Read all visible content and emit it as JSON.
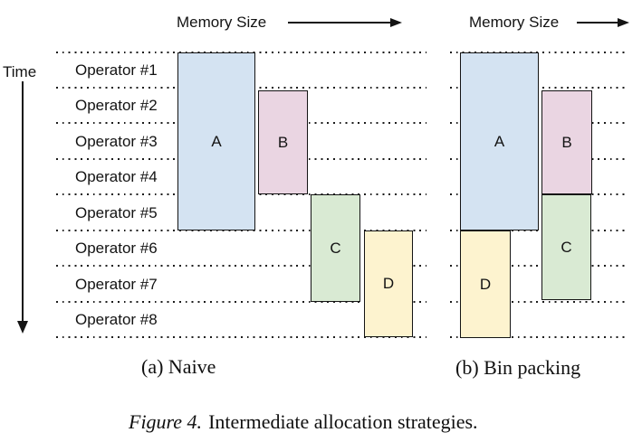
{
  "figure": {
    "memory_axis_a": "Memory Size",
    "memory_axis_b": "Memory Size",
    "time_axis_label": "Time",
    "operators": [
      "Operator #1",
      "Operator #2",
      "Operator #3",
      "Operator #4",
      "Operator #5",
      "Operator #6",
      "Operator #7",
      "Operator #8"
    ],
    "panel_a": {
      "caption": "(a) Naive",
      "blocks": [
        {
          "label": "A",
          "operators_span": "#1-#5"
        },
        {
          "label": "B",
          "operators_span": "#2-#4"
        },
        {
          "label": "C",
          "operators_span": "#5-#7"
        },
        {
          "label": "D",
          "operators_span": "#6-#8"
        }
      ]
    },
    "panel_b": {
      "caption": "(b) Bin packing",
      "blocks": [
        {
          "label": "A",
          "operators_span": "#1-#5"
        },
        {
          "label": "B",
          "operators_span": "#2-#4"
        },
        {
          "label": "C",
          "operators_span": "#5-#7"
        },
        {
          "label": "D",
          "operators_span": "#6-#8"
        }
      ]
    },
    "caption": {
      "tag": "Figure 4.",
      "text": "Intermediate allocation strategies."
    }
  },
  "colors": {
    "block_a": "#d4e3f2",
    "block_b": "#ead5e2",
    "block_c": "#d9ead3",
    "block_d": "#fdf3cf",
    "line": "#141414"
  }
}
